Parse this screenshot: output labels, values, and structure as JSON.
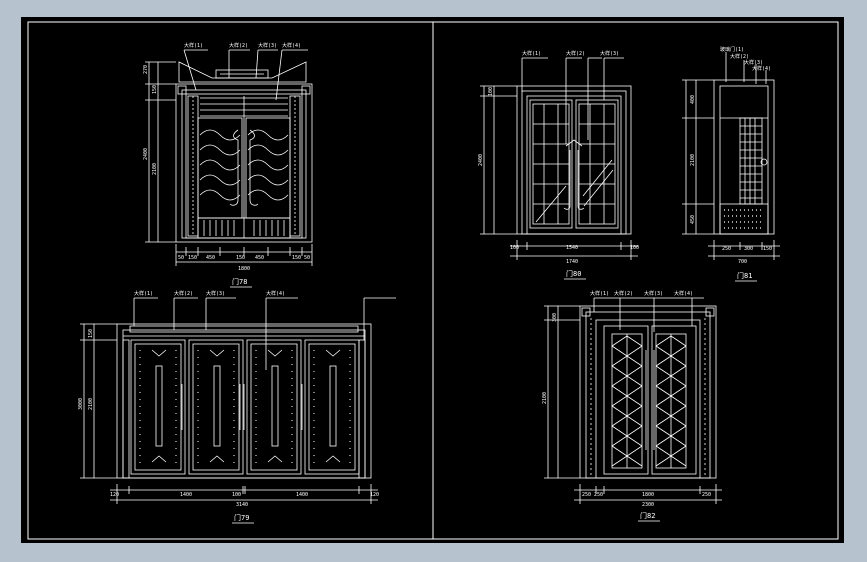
{
  "colors": {
    "frame": "#b7c2cf",
    "canvas": "#000000",
    "line": "#ffffff",
    "dim": "#ffffff"
  },
  "panels": {
    "door78": {
      "caption": "门78",
      "callouts": [
        "大样(1)",
        "大样(2)",
        "大样(3)",
        "大样(4)"
      ],
      "dims_bottom": [
        "50",
        "150",
        "450",
        "150",
        "450",
        "150",
        "50"
      ],
      "dims_total": "1800",
      "dims_left": [
        "270",
        "150",
        "2400",
        "2100"
      ]
    },
    "door80": {
      "caption": "门80",
      "callouts": [
        "大样(1)",
        "大样(2)",
        "大样(3)"
      ],
      "dims_bottom": [
        "100",
        "1540",
        "100"
      ],
      "dims_total": "1740",
      "dims_left": [
        "100",
        "2400"
      ]
    },
    "door81": {
      "caption": "门81",
      "callouts": [
        "玻璃门(1)",
        "大样(2)",
        "大样(3)",
        "大样(4)"
      ],
      "dims_bottom": [
        "250",
        "300",
        "150"
      ],
      "dims_total": "700",
      "dims_left": [
        "400",
        "2100",
        "450"
      ]
    },
    "door79": {
      "caption": "门79",
      "callouts": [
        "大样(1)",
        "大样(2)",
        "大样(3)",
        "大样(4)"
      ],
      "dims_bottom": [
        "120",
        "1400",
        "100",
        "1400",
        "120"
      ],
      "dims_total": "3140",
      "dims_left": [
        "150",
        "2100",
        "3000"
      ]
    },
    "door82": {
      "caption": "门82",
      "callouts": [
        "大样(1)",
        "大样(2)",
        "大样(3)",
        "大样(4)"
      ],
      "dims_bottom": [
        "250",
        "250",
        "1800",
        "250"
      ],
      "dims_total": "2300",
      "dims_left": [
        "300",
        "2100"
      ]
    }
  }
}
